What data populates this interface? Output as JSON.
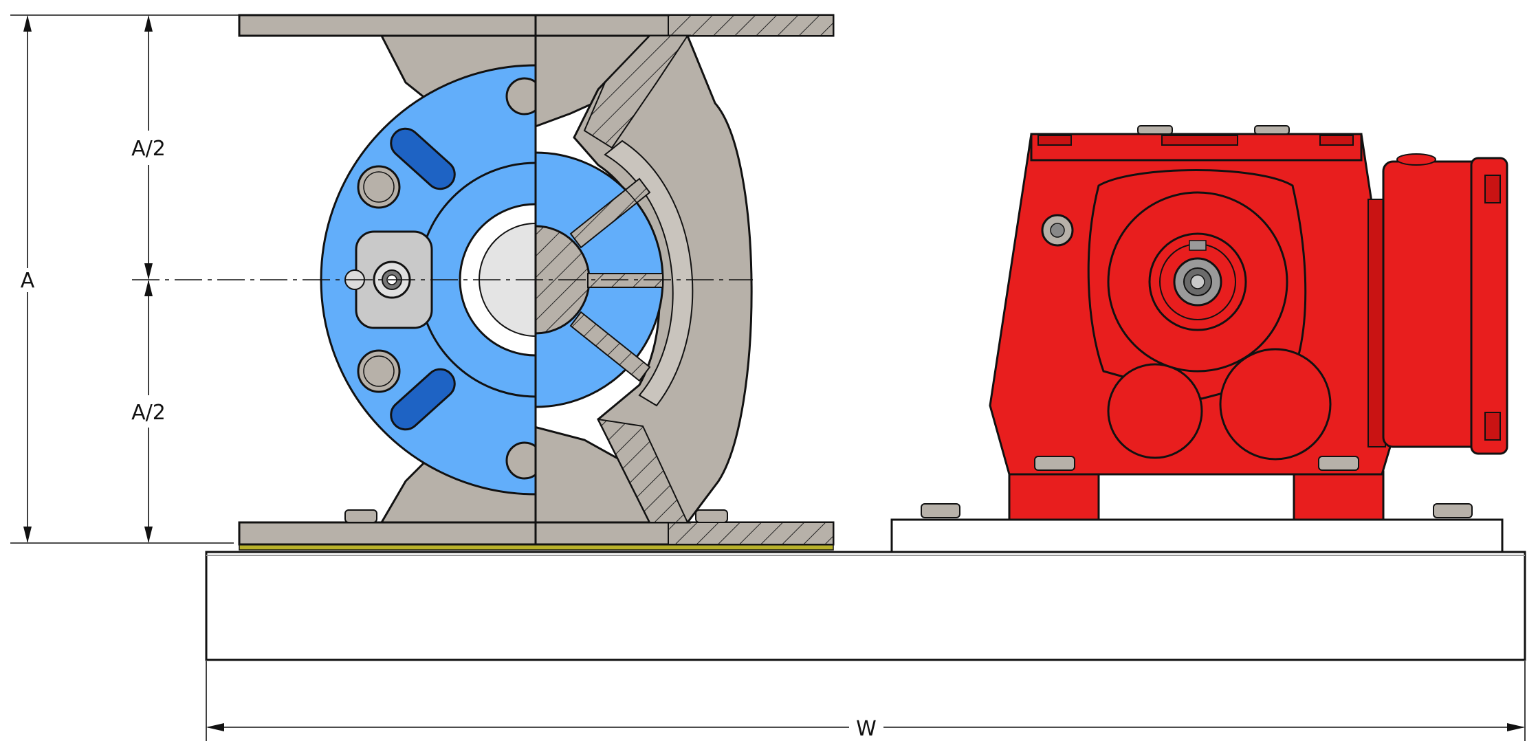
{
  "dimensions": {
    "overall_height_label": "A",
    "upper_half_label": "A/2",
    "lower_half_label": "A/2",
    "overall_width_label": "W"
  },
  "colors": {
    "valve_body": "#b7b1a9",
    "rotor_blue": "#62aefa",
    "rotor_blue_dark": "#1e63c4",
    "gearmotor_red": "#e81e1e",
    "base": "#ffffff",
    "gasket": "#b8b12a"
  },
  "parts": {
    "left": "rotary-valve-cutaway",
    "right": "gearmotor",
    "bottom": "base-frame"
  }
}
